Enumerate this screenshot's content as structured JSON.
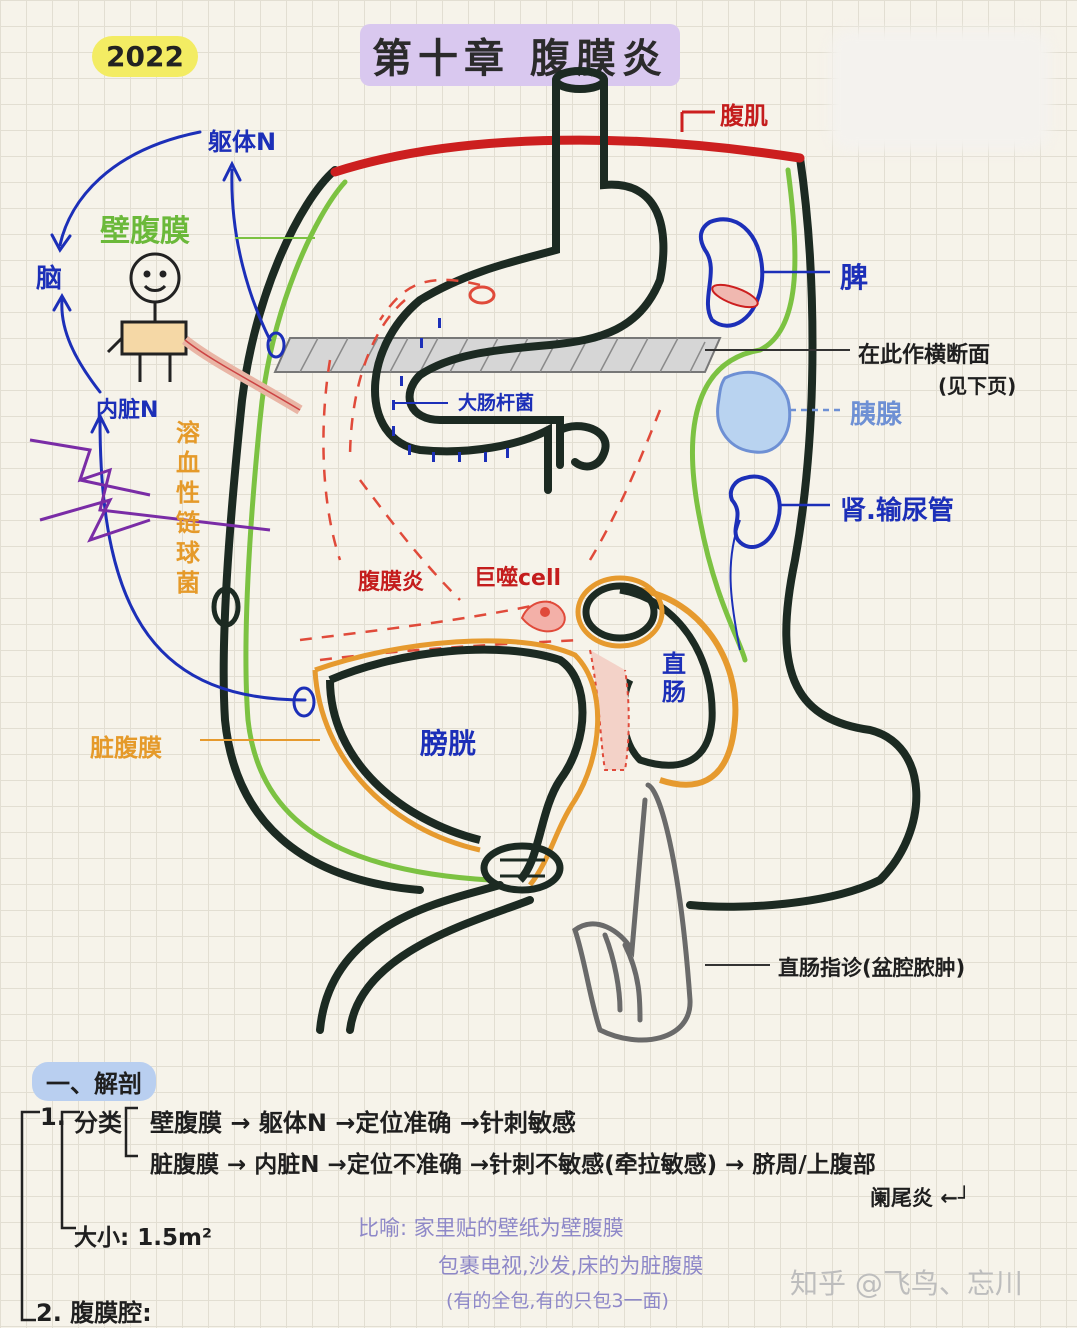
{
  "header": {
    "year": "2022",
    "title": "第十章 腹膜炎"
  },
  "diagram": {
    "labels": {
      "abdominal_muscle": "腹肌",
      "spleen": "脾",
      "cross_section": "在此作横断面",
      "see_next_page": "(见下页)",
      "pancreas": "胰腺",
      "kidney_ureter": "肾.输尿管",
      "rectum": "直肠",
      "bladder": "膀胱",
      "visceral_peritoneum": "脏腹膜",
      "parietal_peritoneum": "壁腹膜",
      "somatic_nerve": "躯体N",
      "brain": "脑",
      "visceral_nerve": "内脏N",
      "bacteria": "大肠杆菌",
      "peritonitis": "腹膜炎",
      "macrophage": "巨噬cell",
      "hemolytic_strep": "溶血性链球菌",
      "rectal_exam": "直肠指诊(盆腔脓肿)"
    }
  },
  "notes": {
    "section_heading": "一、解剖",
    "item1_number": "1.",
    "item1_label": "分类",
    "row1": "壁腹膜 → 躯体N →定位准确 →针刺敏感",
    "row2": "脏腹膜 → 内脏N →定位不准确 →针刺不敏感(牵拉敏感) → 脐周/上腹部",
    "row2_cont": "阑尾炎 ←┘",
    "size_label": "大小: 1.5m²",
    "analogy_line1": "比喻: 家里贴的壁纸为壁腹膜",
    "analogy_line2": "包裹电视,沙发,床的为脏腹膜",
    "analogy_line3": "(有的全包,有的只包3一面)",
    "item2": "2. 腹膜腔:"
  },
  "watermark": "知乎 @飞鸟、忘川",
  "colors": {
    "outline": "#1c2a22",
    "parietal": "#7cc242",
    "visceral": "#e69a2e",
    "muscle": "#cc1f1f",
    "nerve": "#1c2fb8",
    "inflammation": "#e04a3a",
    "highlight_yellow": "#f3ec63",
    "highlight_purple": "#d9c8ef",
    "highlight_blue": "#b9cff0"
  }
}
